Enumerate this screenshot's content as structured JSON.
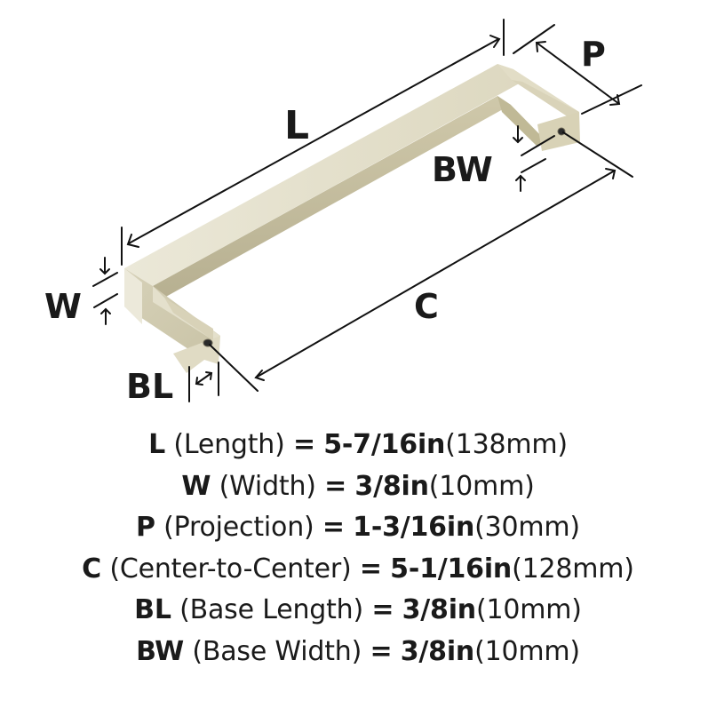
{
  "diagram": {
    "subject": "square-bar cabinet pull handle",
    "handle_color": "#e6e2cf",
    "line_color": "#111111",
    "labels": {
      "L": "L",
      "P": "P",
      "BW": "BW",
      "W": "W",
      "C": "C",
      "BL": "BL"
    }
  },
  "specs": [
    {
      "code": "L",
      "name": "(Length)",
      "eq": "=",
      "imperial": "5-7/16in",
      "metric": "(138mm)"
    },
    {
      "code": "W",
      "name": "(Width)",
      "eq": "=",
      "imperial": "3/8in",
      "metric": "(10mm)"
    },
    {
      "code": "P",
      "name": "(Projection)",
      "eq": "=",
      "imperial": "1-3/16in",
      "metric": "(30mm)"
    },
    {
      "code": "C",
      "name": "(Center-to-Center)",
      "eq": "=",
      "imperial": "5-1/16in",
      "metric": "(128mm)"
    },
    {
      "code": "BL",
      "name": "(Base Length)",
      "eq": "=",
      "imperial": "3/8in",
      "metric": "(10mm)"
    },
    {
      "code": "BW",
      "name": "(Base Width)",
      "eq": "=",
      "imperial": "3/8in",
      "metric": "(10mm)"
    }
  ]
}
